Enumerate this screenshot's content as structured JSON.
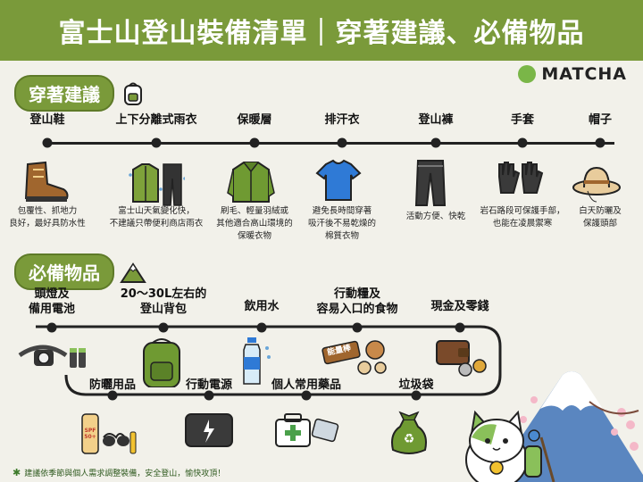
{
  "header": {
    "title": "富士山登山裝備清單｜穿著建議、必備物品"
  },
  "logo": {
    "text": "MATCHA"
  },
  "sections": {
    "clothing": {
      "label": "穿著建議"
    },
    "essentials": {
      "label": "必備物品"
    }
  },
  "clothing_items": [
    {
      "title": "登山鞋",
      "desc": [
        "包覆性、抓地力",
        "良好，最好具防水性"
      ]
    },
    {
      "title": "上下分離式雨衣",
      "desc": [
        "富士山天氣變化快，",
        "不建議只帶便利商店雨衣"
      ]
    },
    {
      "title": "保暖層",
      "desc": [
        "刷毛、輕量羽絨或",
        "其他適合高山環境的",
        "保暖衣物"
      ]
    },
    {
      "title": "排汗衣",
      "desc": [
        "避免長時間穿著",
        "吸汗後不易乾燥的",
        "棉質衣物"
      ]
    },
    {
      "title": "登山褲",
      "desc": [
        "活動方便、快乾"
      ]
    },
    {
      "title": "手套",
      "desc": [
        "岩石路段可保護手部，",
        "也能在凌晨禦寒"
      ]
    },
    {
      "title": "帽子",
      "desc": [
        "白天防曬及",
        "保護頭部"
      ]
    }
  ],
  "essential_items_row1": [
    {
      "title": [
        "頭燈及",
        "備用電池"
      ]
    },
    {
      "title": [
        "20～30L左右的",
        "登山背包"
      ]
    },
    {
      "title": [
        "飲用水"
      ]
    },
    {
      "title": [
        "行動糧及",
        "容易入口的食物"
      ]
    },
    {
      "title": [
        "現金及零錢"
      ]
    }
  ],
  "essential_items_row2": [
    {
      "title": "防曬用品"
    },
    {
      "title": "行動電源"
    },
    {
      "title": "個人常用藥品"
    },
    {
      "title": "垃圾袋"
    }
  ],
  "snack_label": "能量棒",
  "sunscreen_label": "SPF 50+",
  "footnote": "建議依季節與個人需求調整裝備，安全登山，愉快攻頂！",
  "colors": {
    "header": "#7a9a3a",
    "accent": "#7ab648",
    "background": "#f2f1ea"
  }
}
